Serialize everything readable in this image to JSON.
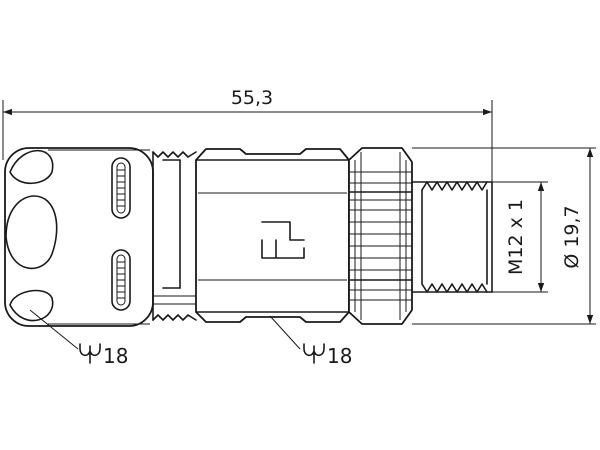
{
  "dimensions": {
    "overall_length": "55,3",
    "thread": "M12 x 1",
    "diameter": "Ø 19,7",
    "wrench_left": "18",
    "wrench_right": "18"
  },
  "icons": {
    "wrench": "wrench-size-icon"
  }
}
